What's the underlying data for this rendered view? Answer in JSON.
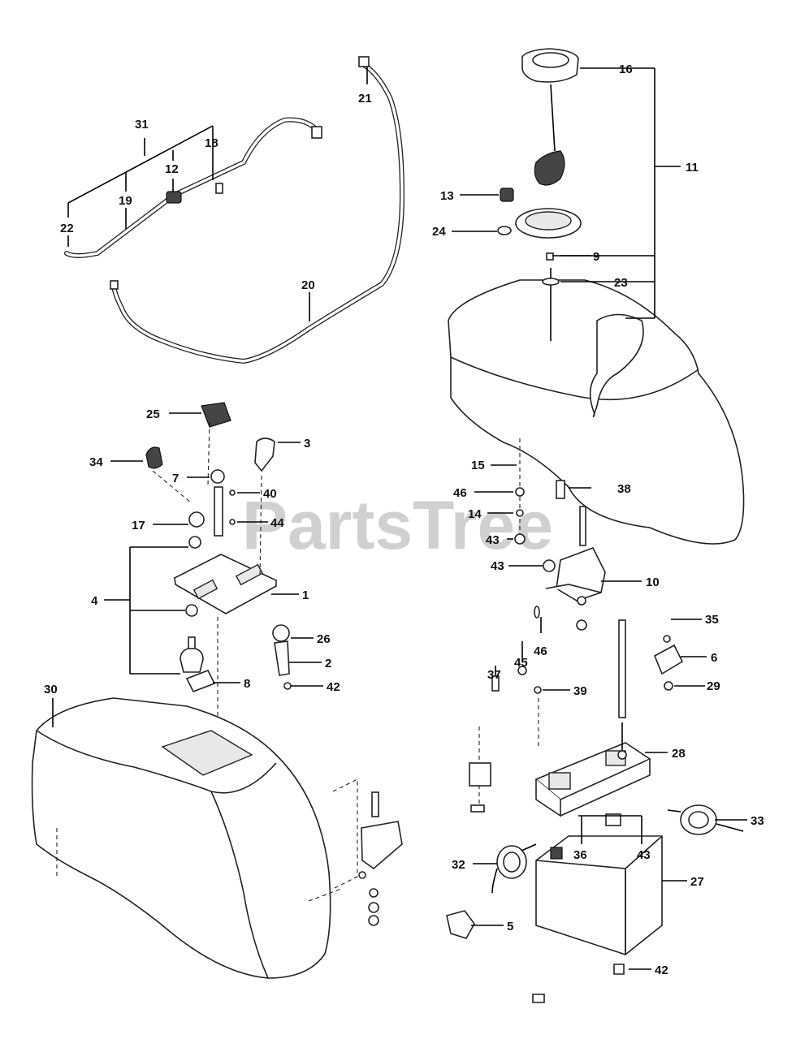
{
  "watermark": {
    "text": "PartsTree",
    "trademark": "™"
  },
  "callouts": {
    "c1": "1",
    "c2": "2",
    "c3": "3",
    "c4": "4",
    "c5": "5",
    "c6": "6",
    "c7": "7",
    "c8": "8",
    "c9": "9",
    "c10": "10",
    "c11": "11",
    "c12": "12",
    "c13": "13",
    "c14": "14",
    "c15": "15",
    "c16": "16",
    "c17": "17",
    "c18": "18",
    "c19": "19",
    "c20": "20",
    "c21": "21",
    "c22": "22",
    "c23": "23",
    "c24": "24",
    "c25": "25",
    "c26": "26",
    "c27": "27",
    "c28": "28",
    "c29": "29",
    "c30": "30",
    "c31": "31",
    "c32": "32",
    "c33": "33",
    "c34": "34",
    "c35": "35",
    "c36": "36",
    "c37": "37",
    "c38": "38",
    "c39": "39",
    "c40": "40",
    "c42a": "42",
    "c42b": "42",
    "c43a": "43",
    "c43b": "43",
    "c43c": "43",
    "c44": "44",
    "c45": "45",
    "c46a": "46",
    "c46b": "46"
  }
}
